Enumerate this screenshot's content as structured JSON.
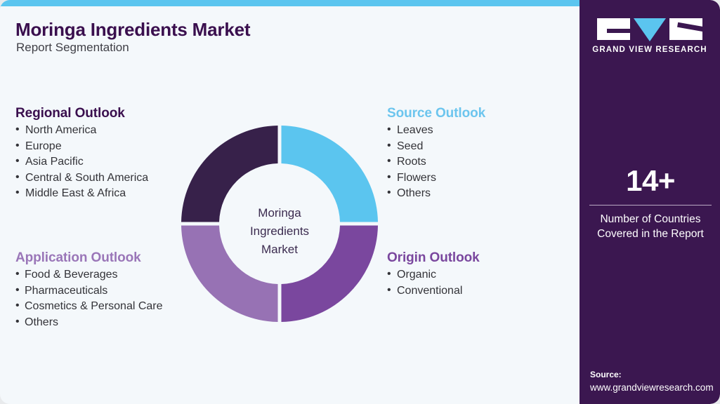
{
  "header": {
    "title": "Moringa Ingredients Market",
    "subtitle": "Report Segmentation"
  },
  "donut": {
    "center_line1": "Moringa",
    "center_line2": "Ingredients",
    "center_line3": "Market"
  },
  "chart_data": {
    "type": "pie",
    "title": "Moringa Ingredients Market",
    "subtitle": "Report Segmentation",
    "categories": [
      "Source Outlook",
      "Origin Outlook",
      "Application Outlook",
      "Regional Outlook"
    ],
    "values": [
      25,
      25,
      25,
      25
    ],
    "colors": [
      "#5bc5ef",
      "#7a479e",
      "#9772b4",
      "#37214a"
    ],
    "legend": "none",
    "center_label": "Moringa Ingredients Market",
    "donut": true,
    "start_angle": 0
  },
  "blocks": {
    "regional": {
      "heading": "Regional Outlook",
      "color": "#3a0f4e",
      "items": [
        "North America",
        "Europe",
        "Asia Pacific",
        "Central & South America",
        "Middle East & Africa"
      ]
    },
    "application": {
      "heading": "Application Outlook",
      "color": "#9a76b8",
      "items": [
        "Food & Beverages",
        "Pharmaceuticals",
        "Cosmetics & Personal Care",
        "Others"
      ]
    },
    "source": {
      "heading": "Source Outlook",
      "color": "#6cc5ee",
      "items": [
        "Leaves",
        "Seed",
        "Roots",
        "Flowers",
        "Others"
      ]
    },
    "origin": {
      "heading": "Origin Outlook",
      "color": "#7a479e",
      "items": [
        "Organic",
        "Conventional"
      ]
    }
  },
  "sidebar": {
    "logo_text": "GRAND VIEW RESEARCH",
    "stat_value": "14+",
    "stat_label_line1": "Number of Countries",
    "stat_label_line2": "Covered in the Report",
    "source_label": "Source:",
    "source_url": "www.grandviewresearch.com"
  },
  "theme": {
    "accent_blue": "#5bc5ef",
    "sidebar_purple": "#3b1750",
    "background": "#f4f8fb"
  }
}
